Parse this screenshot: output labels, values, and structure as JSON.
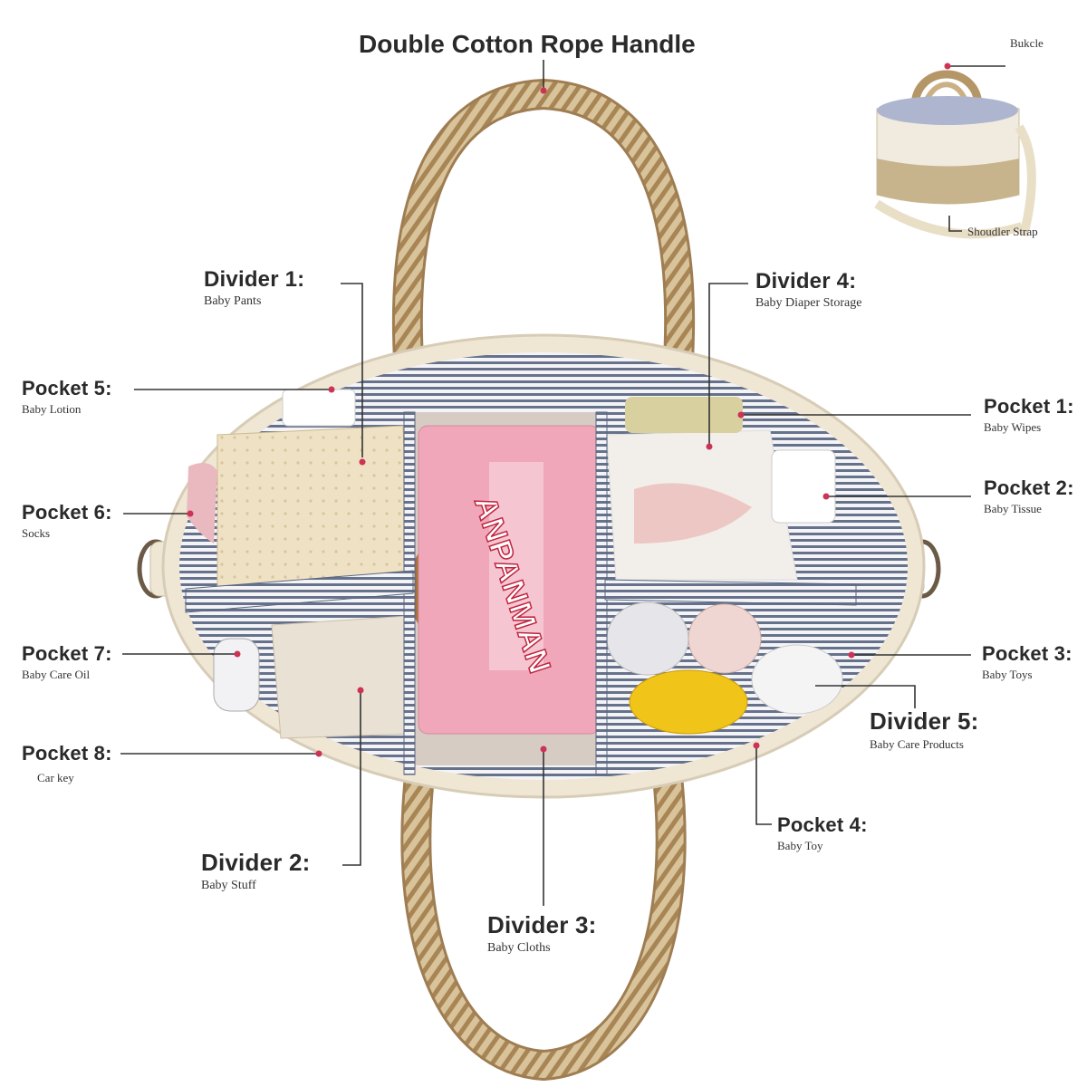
{
  "title": "Double Cotton Rope Handle",
  "inset": {
    "buckle": "Bukcle",
    "shoulder_strap": "Shoudler Strap"
  },
  "labels": {
    "divider1": {
      "title": "Divider 1:",
      "sub": "Baby Pants"
    },
    "divider2": {
      "title": "Divider 2:",
      "sub": "Baby Stuff"
    },
    "divider3": {
      "title": "Divider 3:",
      "sub": "Baby Cloths"
    },
    "divider4": {
      "title": "Divider 4:",
      "sub": "Baby Diaper Storage"
    },
    "divider5": {
      "title": "Divider 5:",
      "sub": "Baby Care Products"
    },
    "pocket1": {
      "title": "Pocket 1:",
      "sub": "Baby Wipes"
    },
    "pocket2": {
      "title": "Pocket 2:",
      "sub": "Baby Tissue"
    },
    "pocket3": {
      "title": "Pocket 3:",
      "sub": "Baby Toys"
    },
    "pocket4": {
      "title": "Pocket 4:",
      "sub": "Baby Toy"
    },
    "pocket5": {
      "title": "Pocket 5:",
      "sub": "Baby Lotion"
    },
    "pocket6": {
      "title": "Pocket 6:",
      "sub": "Socks"
    },
    "pocket7": {
      "title": "Pocket 7:",
      "sub": "Baby Care Oil"
    },
    "pocket8": {
      "title": "Pocket 8:",
      "sub": "Car key"
    }
  },
  "product_print": "ANPANMAN",
  "colors": {
    "rope": "#c9ad7e",
    "basket": "#efe6d4",
    "stripe": "#6f7c96",
    "pointer": "#cc3355",
    "line": "#333333"
  }
}
